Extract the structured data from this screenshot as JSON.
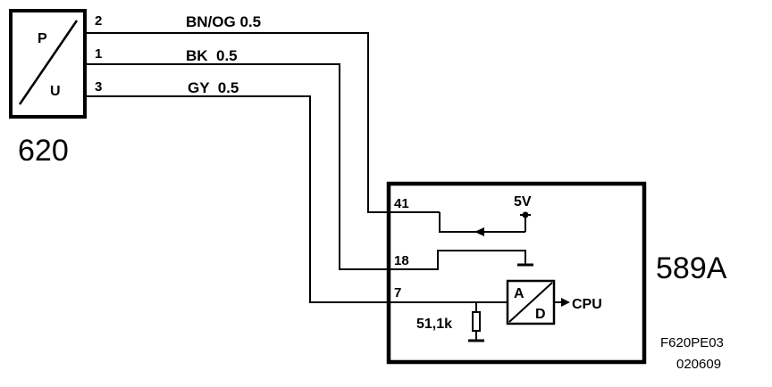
{
  "sensor": {
    "top_letter": "P",
    "bottom_letter": "U",
    "id": "620",
    "pins": [
      "2",
      "1",
      "3"
    ]
  },
  "wires": [
    {
      "pin": "2",
      "label": "BN/OG 0.5"
    },
    {
      "pin": "1",
      "label": "BK  0.5"
    },
    {
      "pin": "3",
      "label": "GY  0.5"
    }
  ],
  "ecu": {
    "id": "589A",
    "pins": [
      "41",
      "18",
      "7"
    ],
    "supply": "5V",
    "resistor": "51,1k",
    "converter_top": "A",
    "converter_bottom": "D",
    "output": "CPU"
  },
  "footer": {
    "code": "F620PE03",
    "date": "020609"
  }
}
